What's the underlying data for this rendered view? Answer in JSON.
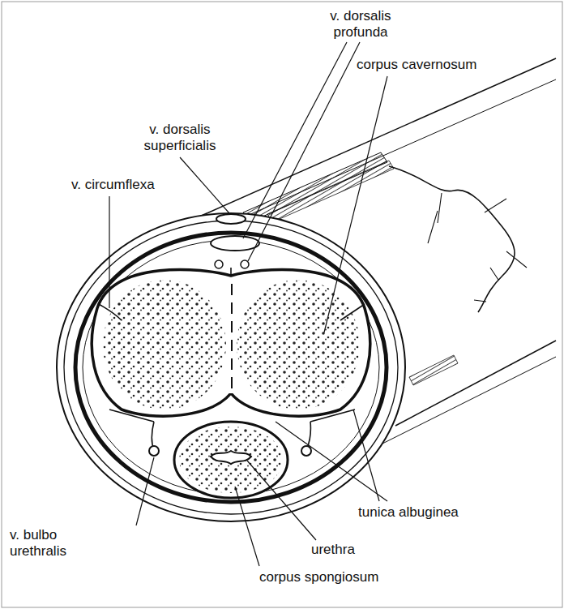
{
  "diagram": {
    "labels": [
      "v. dorsalis profunda",
      "corpus cavernosum",
      "v. dorsalis superficialis",
      "v. circumflexa",
      "tunica albuginea",
      "urethra",
      "v. bulbo urethralis",
      "corpus spongiosum"
    ]
  }
}
